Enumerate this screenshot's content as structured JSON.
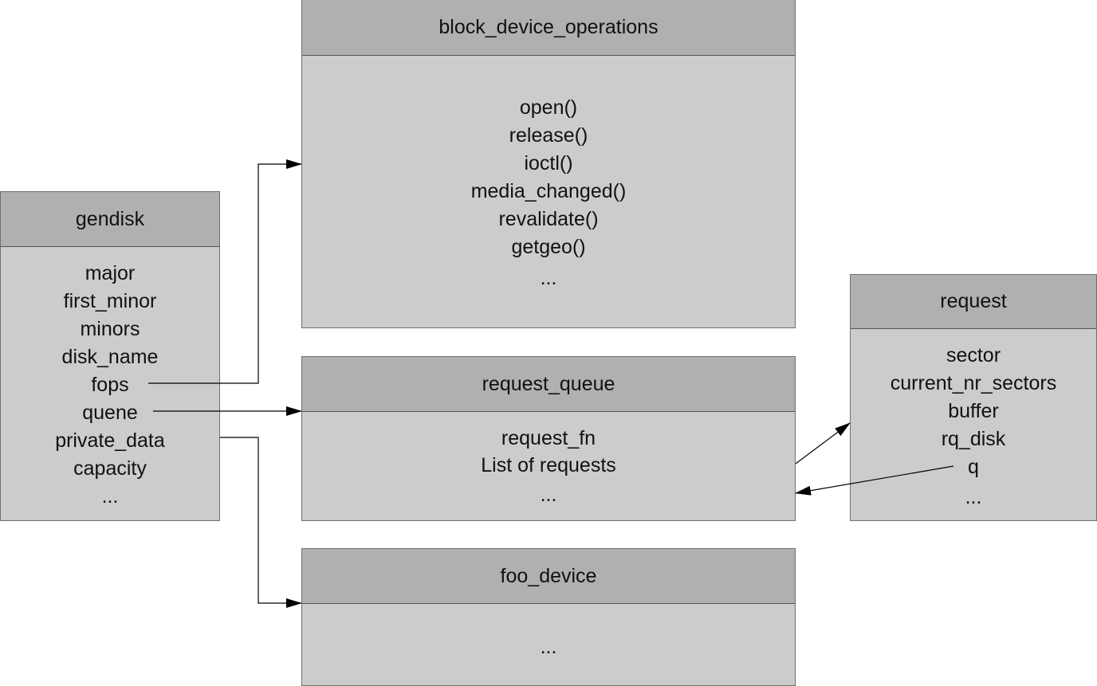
{
  "gendisk": {
    "title": "gendisk",
    "fields": [
      "major",
      "first_minor",
      "minors",
      "disk_name",
      "fops",
      "quene",
      "private_data",
      "capacity",
      "..."
    ]
  },
  "block_device_operations": {
    "title": "block_device_operations",
    "fields": [
      "open()",
      "release()",
      "ioctl()",
      "media_changed()",
      "revalidate()",
      "getgeo()",
      "..."
    ]
  },
  "request_queue": {
    "title": "request_queue",
    "fields": [
      "request_fn",
      "List of requests",
      "..."
    ]
  },
  "request": {
    "title": "request",
    "fields": [
      "sector",
      "current_nr_sectors",
      "buffer",
      "rq_disk",
      "q",
      "..."
    ]
  },
  "foo_device": {
    "title": "foo_device",
    "fields": [
      "..."
    ]
  },
  "connections": [
    {
      "from": "gendisk.fops",
      "to": "block_device_operations"
    },
    {
      "from": "gendisk.quene",
      "to": "request_queue"
    },
    {
      "from": "gendisk.private_data",
      "to": "foo_device"
    },
    {
      "from": "request_queue",
      "to": "request"
    },
    {
      "from": "request.q",
      "to": "request_queue"
    }
  ]
}
